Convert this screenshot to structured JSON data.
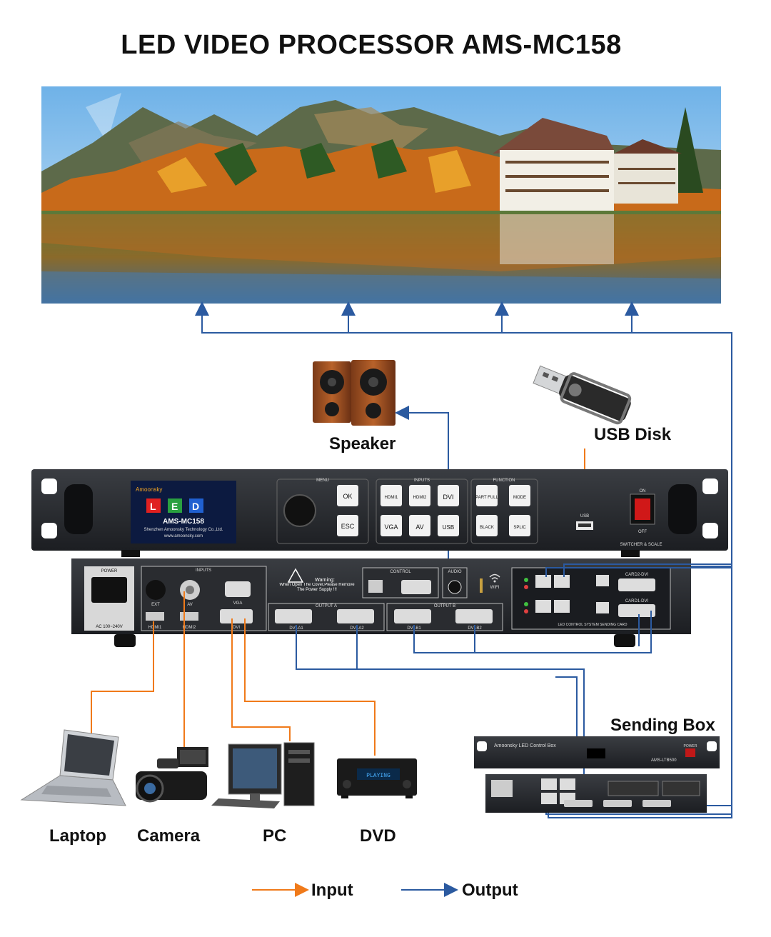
{
  "title": "LED VIDEO PROCESSOR AMS-MC158",
  "colors": {
    "input": "#f07a1a",
    "output": "#2b5aa0"
  },
  "labels": {
    "speaker": "Speaker",
    "usb_disk": "USB Disk",
    "sending_box": "Sending Box",
    "laptop": "Laptop",
    "camera": "Camera",
    "pc": "PC",
    "dvd": "DVD"
  },
  "legend": {
    "input": "Input",
    "output": "Output"
  },
  "front_panel": {
    "brand": "Amoonsky",
    "led_letters": [
      "L",
      "E",
      "D"
    ],
    "model": "AMS-MC158",
    "company": "Shenzhen Amoonsky Technology Co.,Ltd.",
    "website": "www.amoonsky.com",
    "menu_label": "MENU",
    "inputs_label": "INPUTS",
    "function_label": "FUNCTION",
    "menu_buttons": [
      "OK",
      "ESC"
    ],
    "input_buttons": [
      "HDMI1",
      "HDMI2",
      "DVI",
      "VGA",
      "AV",
      "USB"
    ],
    "function_buttons": [
      "PART FULL",
      "MODE",
      "BLACK",
      "SPLIC"
    ],
    "usb_label": "USB",
    "power_on": "ON",
    "power_off": "OFF",
    "switcher": "SWITCHER & SCALE"
  },
  "rear_panel": {
    "power": "POWER",
    "ac": "AC 100~240V",
    "inputs": "INPUTS",
    "ports": [
      "EXT",
      "AV",
      "VGA",
      "HDMI1",
      "HDMI2",
      "DVI"
    ],
    "warning_title": "Warning:",
    "warning_text": "When Open The Cover,Please Remove The Power Supply !!!",
    "control": "CONTROL",
    "audio": "AUDIO",
    "wifi": "WIFI",
    "output_a": "OUTPUT A",
    "output_b": "OUTPUT B",
    "outputs": [
      "DVI-A1",
      "DVI-A2",
      "DVI-B1",
      "DVI-B2"
    ],
    "card2": "CARD2-DVI",
    "card1": "CARD1-DVI",
    "card_label": "LED CONTROL SYSTEM SENDING CARD"
  },
  "sending_box": {
    "brand": "Amoonsky LED Control Box",
    "model": "AMS-LTB500",
    "power": "POWER"
  },
  "dvd_display": "PLAYING"
}
